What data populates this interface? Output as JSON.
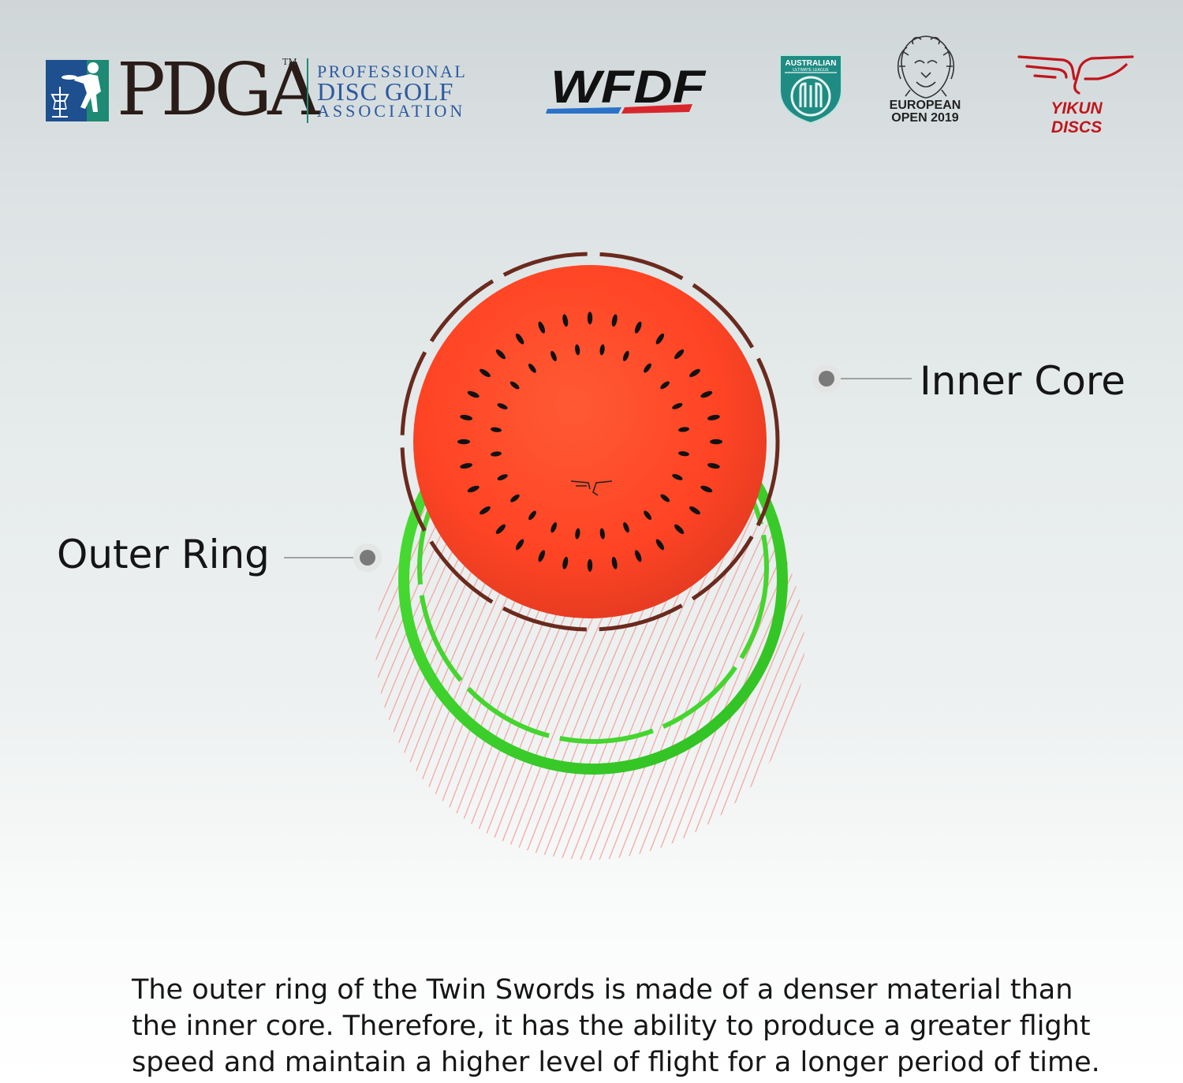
{
  "logos": {
    "pdga": {
      "letters": "PDGA",
      "tm": "TM",
      "name_line1": "PROFESSIONAL",
      "name_line2": "DISC GOLF",
      "name_line3": "ASSOCIATION",
      "colors": {
        "blue": "#1e4f8f",
        "teal": "#1e8a73",
        "dark": "#2a1c17",
        "name": "#2d5aa0"
      }
    },
    "wfdf": {
      "text": "WFDF",
      "colors": {
        "blue": "#2a73c9",
        "red": "#d8262c"
      }
    },
    "aul": {
      "top_text": "AUSTRALIAN",
      "small_text": "ULTIMATE LEAGUE",
      "colors": {
        "teal": "#1f8c84"
      }
    },
    "european_open": {
      "line1": "EUROPEAN",
      "line2": "OPEN 2019",
      "icon": "lion-icon"
    },
    "yikun": {
      "text": "YIKUN DISCS",
      "color": "#c1151b",
      "icon": "wings-icon"
    }
  },
  "diagram": {
    "inner_core_label": "Inner Core",
    "outer_ring_label": "Outer Ring",
    "colors": {
      "core_red": "#ff4a2a",
      "ring_green": "#3fd22a",
      "seed": "#111111",
      "hatch": "#f2a19a",
      "leader": "#8a8a8a"
    }
  },
  "caption": {
    "text": "The outer ring of the Twin Swords is made of a denser material than the inner core. Therefore, it has the ability to produce a greater flight speed and maintain a higher level of flight for a longer period of time."
  }
}
